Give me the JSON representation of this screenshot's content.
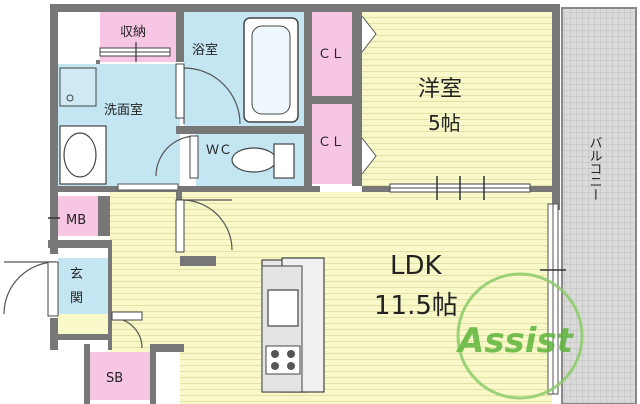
{
  "rooms": {
    "storage": "収納",
    "bathroom": "浴室",
    "washroom": "洗面室",
    "closet_upper": "ＣＬ",
    "closet_lower": "ＣＬ",
    "western_room": "洋室",
    "western_room_size": "5帖",
    "wc": "ＷＣ",
    "balcony": "バルコニー",
    "mb": "MB",
    "entrance_1": "玄",
    "entrance_2": "関",
    "ldk": "LDK",
    "ldk_size": "11.5帖",
    "sb": "SB"
  },
  "watermark": "Assist",
  "colors": {
    "wall": "#777777",
    "floor": "#f8f8c8",
    "floor_line": "#e2e2a6",
    "wet_area": "#c3e6f2",
    "closet": "#f6c6e4",
    "balcony": "#d8d8d8",
    "watermark": "#5fb43c"
  }
}
